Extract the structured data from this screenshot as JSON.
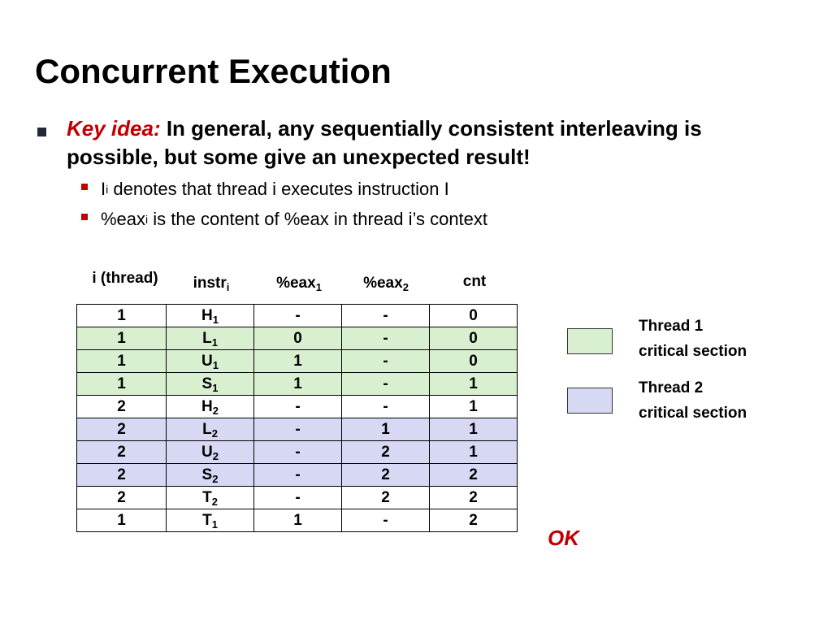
{
  "slide": {
    "title": "Concurrent Execution",
    "key_label": "Key idea:",
    "key_text": " In general, any sequentially consistent interleaving is possible, but some give an unexpected result!",
    "sub_bullets": [
      {
        "base": "I",
        "sub": "i",
        "rest": " denotes that thread i executes instruction I"
      },
      {
        "base": "%eax",
        "sub": "i",
        "rest": " is the content of %eax in thread i’s context"
      }
    ],
    "colors": {
      "accent": "#c00000",
      "thread1": "#d8f0d0",
      "thread2": "#d6d8f4"
    }
  },
  "table": {
    "headers": [
      {
        "base": "i (thread)",
        "sub": ""
      },
      {
        "base": "instr",
        "sub": "i"
      },
      {
        "base": "%eax",
        "sub": "1"
      },
      {
        "base": "%eax",
        "sub": "2"
      },
      {
        "base": "cnt",
        "sub": ""
      }
    ],
    "rows": [
      {
        "cs": "none",
        "i": "1",
        "instr": "H",
        "instr_sub": "1",
        "eax1": "-",
        "eax2": "-",
        "cnt": "0"
      },
      {
        "cs": "t1",
        "i": "1",
        "instr": "L",
        "instr_sub": "1",
        "eax1": "0",
        "eax2": "-",
        "cnt": "0"
      },
      {
        "cs": "t1",
        "i": "1",
        "instr": "U",
        "instr_sub": "1",
        "eax1": "1",
        "eax2": "-",
        "cnt": "0"
      },
      {
        "cs": "t1",
        "i": "1",
        "instr": "S",
        "instr_sub": "1",
        "eax1": "1",
        "eax2": "-",
        "cnt": "1"
      },
      {
        "cs": "none",
        "i": "2",
        "instr": "H",
        "instr_sub": "2",
        "eax1": "-",
        "eax2": "-",
        "cnt": "1"
      },
      {
        "cs": "t2",
        "i": "2",
        "instr": "L",
        "instr_sub": "2",
        "eax1": "-",
        "eax2": "1",
        "cnt": "1"
      },
      {
        "cs": "t2",
        "i": "2",
        "instr": "U",
        "instr_sub": "2",
        "eax1": "-",
        "eax2": "2",
        "cnt": "1"
      },
      {
        "cs": "t2",
        "i": "2",
        "instr": "S",
        "instr_sub": "2",
        "eax1": "-",
        "eax2": "2",
        "cnt": "2"
      },
      {
        "cs": "none",
        "i": "2",
        "instr": "T",
        "instr_sub": "2",
        "eax1": "-",
        "eax2": "2",
        "cnt": "2"
      },
      {
        "cs": "none",
        "i": "1",
        "instr": "T",
        "instr_sub": "1",
        "eax1": "1",
        "eax2": "-",
        "cnt": "2"
      }
    ]
  },
  "legend": {
    "thread1": {
      "line1": "Thread 1",
      "line2": "critical section"
    },
    "thread2": {
      "line1": "Thread 2",
      "line2": "critical section"
    }
  },
  "result": "OK"
}
